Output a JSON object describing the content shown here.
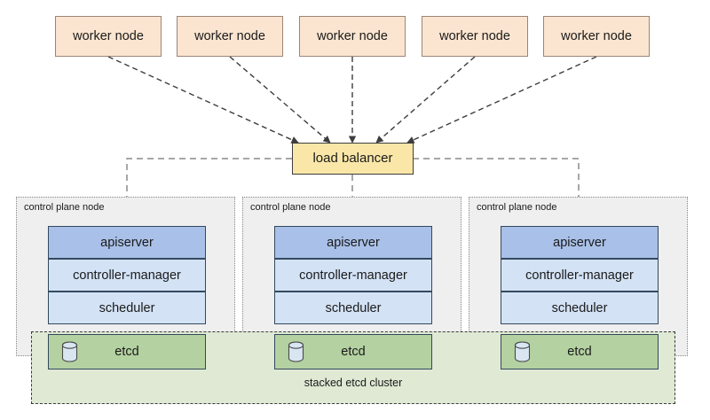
{
  "diagram": {
    "title": "stacked-etcd-kubernetes-ha-topology",
    "colors": {
      "worker_fill": "#fbe5d0",
      "worker_stroke": "#9b8578",
      "loadbalancer_fill": "#fae7a8",
      "loadbalancer_stroke": "#3d3d3d",
      "apiserver_fill": "#a9c0e8",
      "component_fill": "#d3e2f5",
      "etcd_fill": "#b4d1a1",
      "etcd_cluster_fill": "#dfe9d4",
      "control_plane_fill": "#efefef",
      "component_stroke": "#34495e",
      "dotted_stroke": "#8a8a8a",
      "edge_stroke": "#3d3d3d"
    },
    "worker_nodes": [
      {
        "label": "worker node"
      },
      {
        "label": "worker node"
      },
      {
        "label": "worker node"
      },
      {
        "label": "worker node"
      },
      {
        "label": "worker node"
      }
    ],
    "load_balancer": {
      "label": "load balancer"
    },
    "etcd_cluster": {
      "label": "stacked etcd cluster"
    },
    "control_plane_nodes": [
      {
        "label": "control plane node",
        "components": [
          {
            "label": "apiserver",
            "icon": ""
          },
          {
            "label": "controller-manager",
            "icon": ""
          },
          {
            "label": "scheduler",
            "icon": ""
          },
          {
            "label": "etcd",
            "icon": "database-icon"
          }
        ]
      },
      {
        "label": "control plane node",
        "components": [
          {
            "label": "apiserver",
            "icon": ""
          },
          {
            "label": "controller-manager",
            "icon": ""
          },
          {
            "label": "scheduler",
            "icon": ""
          },
          {
            "label": "etcd",
            "icon": "database-icon"
          }
        ]
      },
      {
        "label": "control plane node",
        "components": [
          {
            "label": "apiserver",
            "icon": ""
          },
          {
            "label": "controller-manager",
            "icon": ""
          },
          {
            "label": "scheduler",
            "icon": ""
          },
          {
            "label": "etcd",
            "icon": "database-icon"
          }
        ]
      }
    ]
  }
}
